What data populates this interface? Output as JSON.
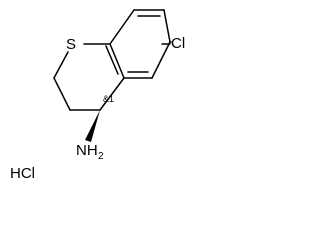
{
  "molecule": {
    "atoms": {
      "sulfur": "S",
      "chlorine": "Cl",
      "amine_n": "NH",
      "amine_h_count": "2",
      "stereo_label": "&1"
    },
    "salt": "HCl"
  }
}
